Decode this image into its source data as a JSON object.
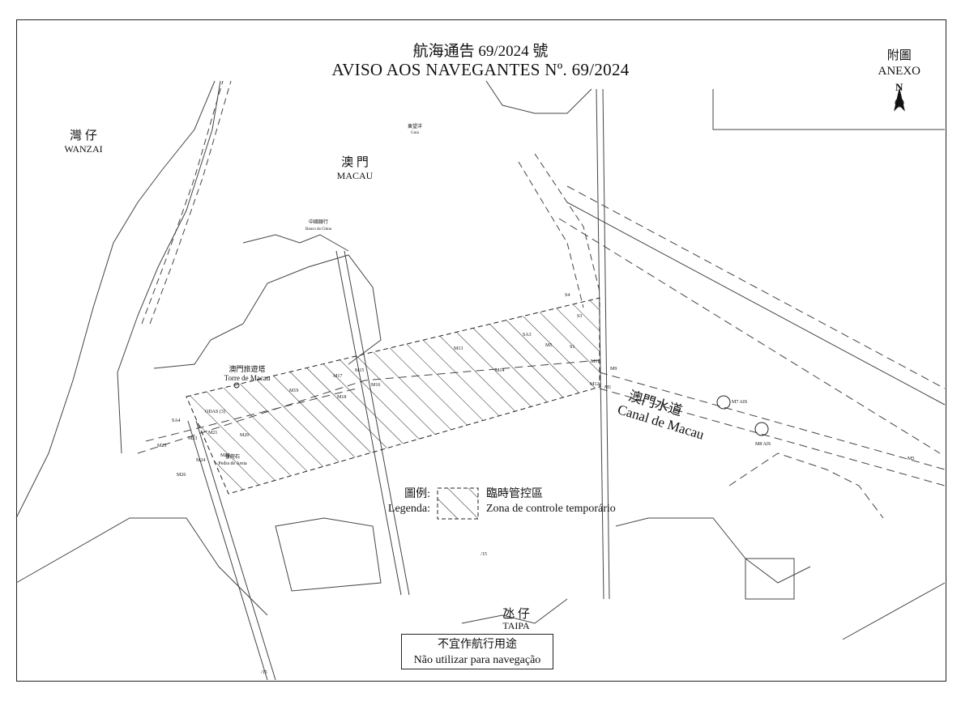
{
  "title": {
    "zh": "航海通告 69/2024 號",
    "pt": "AVISO AOS NAVEGANTES Nº. 69/2024"
  },
  "annex": {
    "zh": "附圖",
    "pt": "ANEXO",
    "north": "N"
  },
  "places": {
    "wanzai_zh": "灣 仔",
    "wanzai_pt": "WANZAI",
    "macau_zh": "澳 門",
    "macau_pt": "MACAU",
    "taipa_zh": "氹 仔",
    "taipa_pt": "TAIPA",
    "canal_zh": "澳門水道",
    "canal_pt": "Canal de Macau",
    "guia_zh": "東望洋",
    "guia_pt": "Guia",
    "bank_zh": "中國銀行",
    "bank_pt": "Banco da China",
    "tower_zh": "澳門旅遊塔",
    "tower_pt": "Torre de Macau",
    "rocks_zh": "蟹爬石",
    "rocks_pt": "Pedra de Areia"
  },
  "marks": [
    "S4",
    "S3",
    "S1",
    "SA3",
    "M5",
    "M13",
    "M14",
    "M11",
    "M9",
    "M12",
    "M1",
    "M15",
    "M17",
    "M16",
    "M18",
    "M19",
    "M20",
    "M21",
    "M22",
    "M23",
    "M24",
    "M25",
    "M26",
    "ODAS (3)",
    "SA4",
    "M7 AIS",
    "M8 AIS",
    "M5"
  ],
  "legend": {
    "label_zh": "圖例:",
    "label_pt": "Legenda:",
    "item_zh": "臨時管控區",
    "item_pt": "Zona de controle temporário"
  },
  "note": {
    "zh": "不宜作航行用途",
    "pt": "Não utilizar para navegação"
  },
  "page_ref": "/15"
}
